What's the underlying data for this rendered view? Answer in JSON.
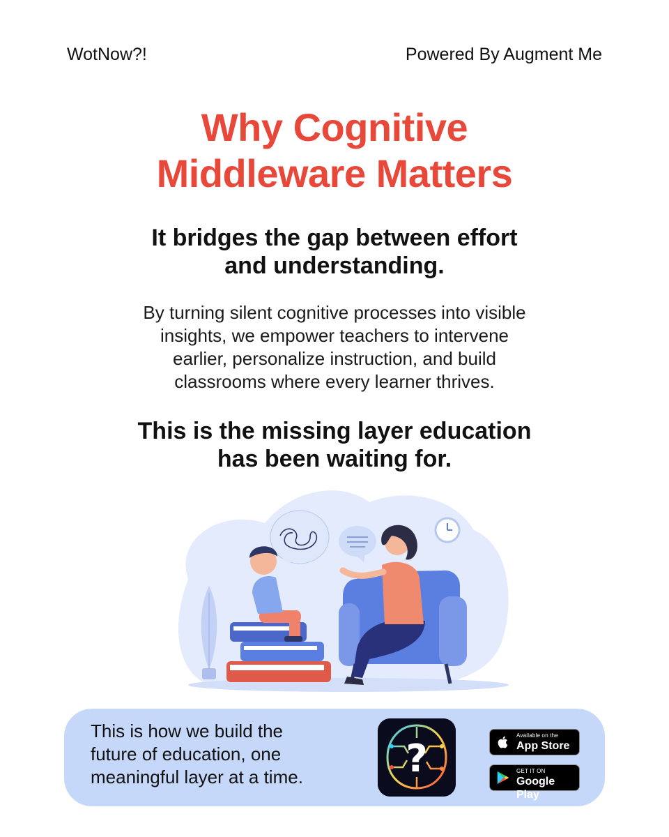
{
  "header": {
    "brand": "WotNow?!",
    "powered_by": "Powered By Augment Me"
  },
  "title": {
    "line1": "Why Cognitive",
    "line2": "Middleware Matters"
  },
  "subtitle": {
    "line1": "It bridges the gap between effort",
    "line2": "and understanding."
  },
  "body": {
    "line1": "By turning silent cognitive processes into visible",
    "line2": "insights, we empower teachers to intervene",
    "line3": "earlier, personalize instruction, and build",
    "line4": "classrooms where every learner thrives."
  },
  "closing": {
    "line1": "This is the missing layer education",
    "line2": "has been waiting for."
  },
  "footer": {
    "line1": "This is how we build the",
    "line2": "future of education, one",
    "line3": "meaningful layer at a time.",
    "app_store": {
      "small": "Available on the",
      "big": "App Store"
    },
    "google_play": {
      "small": "GET IT ON",
      "big": "Google Play"
    }
  },
  "colors": {
    "title": "#e8483a",
    "card_background": "#c6d8f9",
    "illustration_blob": "#e3ebfc",
    "chair": "#5b7fe0",
    "shirt": "#f08a6e"
  },
  "icons": [
    "apple-icon",
    "google-play-icon",
    "app-logo-icon",
    "clock-icon",
    "speech-bubble-icon",
    "thought-bubble-icon"
  ]
}
